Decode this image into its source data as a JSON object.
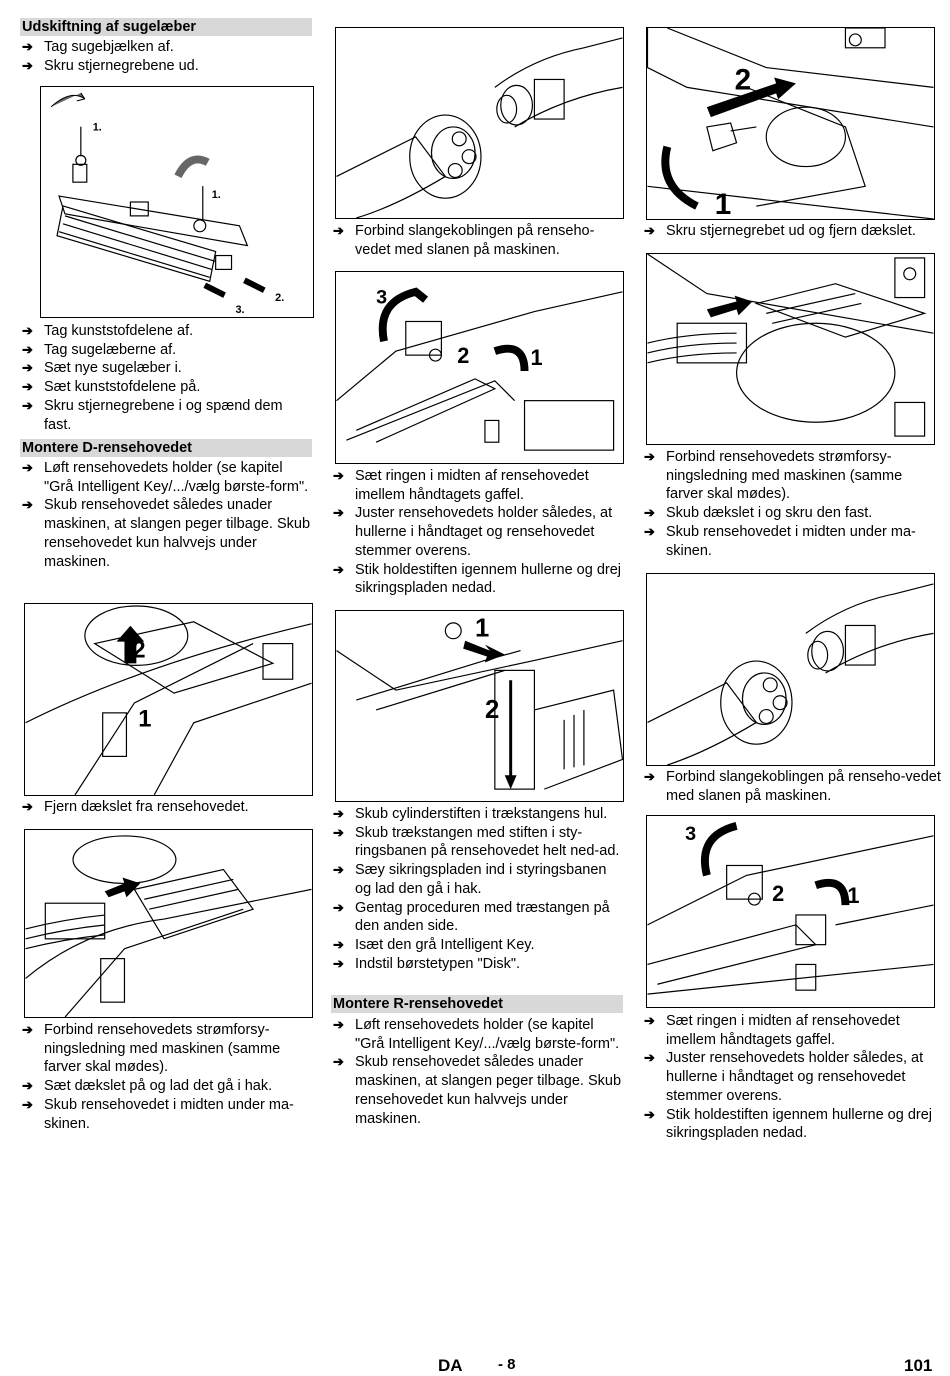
{
  "col1": {
    "heading1": "Udskiftning af sugelæber",
    "steps1": [
      "Tag sugebjælken af.",
      "Skru stjernegrebene ud."
    ],
    "fig1_labels": [
      "1.",
      "1.",
      "2.",
      "3."
    ],
    "steps2": [
      "Tag kunststofdelene af.",
      "Tag sugelæberne af.",
      "Sæt nye sugelæber i.",
      "Sæt kunststofdelene på.",
      "Skru stjernegrebene i og spænd dem fast."
    ],
    "heading2": "Montere D-rensehovedet",
    "steps3": [
      "Løft rensehovedets holder (se kapitel \"Grå Intelligent Key/.../vælg børste-form\".",
      "Skub rensehovedet således unader maskinen, at slangen peger tilbage. Skub rensehovedet kun halvvejs under maskinen."
    ],
    "fig2_labels": [
      "2",
      "1"
    ],
    "steps4": [
      "Fjern dækslet fra rensehovedet."
    ],
    "steps5": [
      "Forbind rensehovedets strømforsy-ningsledning med maskinen (samme farver skal mødes).",
      "Sæt dækslet på og lad det gå i hak.",
      "Skub rensehovedet i midten under ma-skinen."
    ]
  },
  "col2": {
    "steps1": [
      "Forbind slangekoblingen på renseho-vedet med slanen på maskinen."
    ],
    "fig2_labels": [
      "3",
      "2",
      "1"
    ],
    "steps2": [
      "Sæt ringen i midten af rensehovedet imellem håndtagets gaffel.",
      "Juster rensehovedets holder således, at hullerne i håndtaget og rensehovedet stemmer overens.",
      "Stik holdestiften igennem hullerne og drej sikringspladen nedad."
    ],
    "fig3_labels": [
      "1",
      "2"
    ],
    "steps3": [
      "Skub cylinderstiften i trækstangens hul.",
      "Skub trækstangen med stiften i sty-ringsbanen på rensehovedet helt ned-ad.",
      "Sæy sikringspladen ind i styringsbanen og lad den gå i hak.",
      "Gentag proceduren med træstangen på den anden side.",
      "Isæt den grå Intelligent Key.",
      "Indstil børstetypen \"Disk\"."
    ],
    "heading": "Montere R-rensehovedet",
    "steps4": [
      "Løft rensehovedets holder (se kapitel \"Grå Intelligent Key/.../vælg børste-form\".",
      "Skub rensehovedet således unader maskinen, at slangen peger tilbage. Skub rensehovedet kun halvvejs under maskinen."
    ]
  },
  "col3": {
    "fig1_labels": [
      "2",
      "1"
    ],
    "steps1": [
      "Skru stjernegrebet ud og fjern dækslet."
    ],
    "steps2": [
      "Forbind rensehovedets strømforsy-ningsledning med maskinen (samme farver skal mødes).",
      "Skub dækslet i og skru den fast.",
      "Skub rensehovedet i midten under ma-skinen."
    ],
    "steps3": [
      "Forbind slangekoblingen på renseho-vedet med slanen på maskinen."
    ],
    "fig4_labels": [
      "3",
      "2",
      "1"
    ],
    "steps4": [
      "Sæt ringen i midten af rensehovedet imellem håndtagets gaffel.",
      "Juster rensehovedets holder således, at hullerne i håndtaget og rensehovedet stemmer overens.",
      "Stik holdestiften igennem hullerne og drej sikringspladen nedad."
    ]
  },
  "footer": {
    "lang": "DA",
    "section": "- 8",
    "page": "101"
  },
  "arrow_glyph": "➔"
}
